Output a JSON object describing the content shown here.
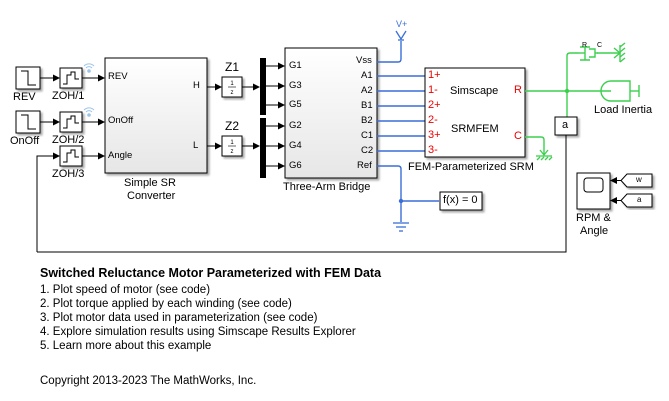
{
  "blocks": {
    "rev": {
      "label": "REV"
    },
    "onoff": {
      "label": "OnOff"
    },
    "zoh1": {
      "label": "ZOH/1"
    },
    "zoh2": {
      "label": "ZOH/2"
    },
    "zoh3": {
      "label": "ZOH/3"
    },
    "converter": {
      "label_line1": "Simple SR",
      "label_line2": "Converter",
      "inports": [
        "REV",
        "OnOff",
        "Angle"
      ],
      "outports": [
        "H",
        "L"
      ]
    },
    "z1": {
      "label": "Z1"
    },
    "z2": {
      "label": "Z2"
    },
    "bridge": {
      "label": "Three-Arm Bridge",
      "inports": [
        "G1",
        "G3",
        "G5",
        "G2",
        "G4",
        "G6"
      ],
      "outports": [
        "Vss",
        "A1",
        "A2",
        "B1",
        "B2",
        "C1",
        "C2",
        "Ref"
      ]
    },
    "srm": {
      "label": "FEM-Parameterized SRM",
      "text_line1": "Simscape",
      "text_line2": "SRMFEM",
      "ports_left": [
        "1+",
        "1-",
        "2+",
        "2-",
        "3+",
        "3-"
      ],
      "ports_right": [
        "R",
        "C"
      ]
    },
    "supply": {
      "label": "V+"
    },
    "solver": {
      "label": "f(x) = 0"
    },
    "damper": {
      "port_r": "R",
      "port_c": "C"
    },
    "inertia": {
      "label": "Load Inertia"
    },
    "goto_a": {
      "label": "a"
    },
    "scope": {
      "label_line1": "RPM &",
      "label_line2": "Angle"
    },
    "from_w": {
      "label": "w"
    },
    "from_a": {
      "label": "a"
    }
  },
  "annotation": {
    "title": "Switched Reluctance Motor Parameterized with FEM Data",
    "items": [
      "1. Plot speed of motor (see code)",
      "2. Plot torque applied by each winding (see code)",
      "3. Plot motor data used in parameterization (see code)",
      "4. Explore simulation results using Simscape Results Explorer",
      "5. Learn more about this example"
    ],
    "copyright": "Copyright 2013-2023 The MathWorks, Inc."
  },
  "colors": {
    "electrical": "#3a6fd8",
    "mechanical": "#3ccf4e",
    "port_label": "#ee0000",
    "signal": "#000000"
  }
}
